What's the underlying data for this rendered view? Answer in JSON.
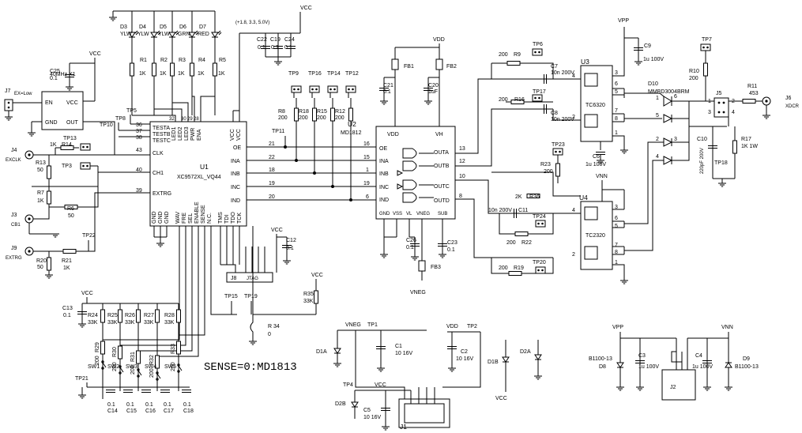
{
  "ics": {
    "u1": {
      "ref": "U1",
      "part": "XC9572XL_VQ44",
      "left_pins": [
        "TESTA",
        "TESTB",
        "TESTC",
        "CLK",
        "CH1",
        "EXTRG"
      ],
      "left_nums": [
        "36",
        "37",
        "38",
        "43",
        "40",
        "39"
      ],
      "right_pins": [
        "OE",
        "INA",
        "INB",
        "INC",
        "IND"
      ],
      "right_nums": [
        "21",
        "22",
        "18",
        "19",
        "20"
      ],
      "top_pins": [
        "LED1",
        "LED2",
        "LED3",
        "PWR",
        "ENA",
        "VCC",
        "VCC"
      ],
      "bottom_pins": [
        "GND",
        "GND",
        "GND",
        "WAV",
        "FRE",
        "SEL",
        "ENABLE",
        "SENSE",
        "N.C.",
        "TMS",
        "TDI",
        "TDO",
        "TCK"
      ]
    },
    "u2": {
      "ref": "U2",
      "part": "MD1812",
      "top_pins": [
        "VDD",
        "VH"
      ],
      "left_pins": [
        "OE",
        "INA",
        "INB",
        "INC",
        "IND"
      ],
      "left_nums": [
        "16",
        "15",
        "1",
        "19",
        "6"
      ],
      "right_pins": [
        "OUTA",
        "OUTB",
        "OUTC",
        "OUTD"
      ],
      "right_nums": [
        "13",
        "12",
        "10",
        "8"
      ],
      "bottom_pins": [
        "GND",
        "VSS",
        "VL",
        "VNEG",
        "SUB"
      ]
    },
    "u3": {
      "ref": "U3",
      "part": "TC6320"
    },
    "u4": {
      "ref": "U4",
      "part": "TC2320"
    }
  },
  "connectors": {
    "j1": "J1",
    "j2": "J2",
    "j3": "J3",
    "j4": "J4",
    "j5": "J5",
    "j6": "J6",
    "j7": "J7",
    "j8": "J8",
    "j9": "J9",
    "j3_label": "CB1",
    "j4_label": "EXCLK",
    "j6_label": "XDCR",
    "j7_label": "EX=Low",
    "j8_label": "JTAG",
    "j9_label": "EXTRG",
    "x1": "40MHz X1",
    "x1_pins": [
      "EN",
      "VCC",
      "GND",
      "OUT"
    ]
  },
  "leds": [
    {
      "ref": "D3",
      "color": "YLW"
    },
    {
      "ref": "D4",
      "color": "YLW"
    },
    {
      "ref": "D5",
      "color": "YLW"
    },
    {
      "ref": "D6",
      "color": "GRN"
    },
    {
      "ref": "D7",
      "color": "RED"
    }
  ],
  "resistors": {
    "led": [
      "R1",
      "R2",
      "R3",
      "R4",
      "R5"
    ],
    "led_value": "1K",
    "r6": "R6",
    "r6_value": "50",
    "r7": "R7",
    "r7_value": "1K",
    "r13": "R13",
    "r13_value": "50",
    "r14": "R14",
    "r14_value": "1K",
    "r20": "R20",
    "r20_value": "50",
    "r21": "R21",
    "r21_value": "1K",
    "r8": "R8",
    "r18": "R18",
    "r15": "R15",
    "r12": "R12",
    "r200": "200",
    "r9": "R9",
    "r16": "R16",
    "r22": "R22",
    "r19": "R19",
    "r36": "R36",
    "r36_value": "2K",
    "r23": "R23",
    "r10": "R10",
    "r11": "R11",
    "r11_value": "453",
    "r17": "R17",
    "r17_value": "1K 1W",
    "r35": "R35",
    "r34": "R 34",
    "r34_value": "0",
    "r33k": "33K",
    "pull": [
      "R24",
      "R25",
      "R26",
      "R27",
      "R28"
    ],
    "series": [
      "R29",
      "R30",
      "R31",
      "R32",
      "R33"
    ]
  },
  "caps": {
    "c25": "C25",
    "c25_value": "0.1",
    "c22": "C22",
    "c19": "C19",
    "c24": "C24",
    "c01": "0.1",
    "c21": "C21",
    "c20": "C20",
    "c20_value": "1uF",
    "c12": "C12",
    "c13": "C13",
    "c26": "C26",
    "c23": "C23",
    "c9": "C9",
    "c9_value": "1u 100V",
    "c7": "C7",
    "c8": "C8",
    "c10n": "10n 200V",
    "c11": "C11",
    "c6": "C6",
    "c6_value": "1u 100V",
    "c10": "C10",
    "c10_value": "220pF 200V",
    "c1": "C1",
    "c2": "C2",
    "c5": "C5",
    "c10u": "10 16V",
    "c3": "C3",
    "c4": "C4",
    "c1u": "1u 100V",
    "sw_caps": [
      "C14",
      "C15",
      "C16",
      "C17",
      "C18"
    ]
  },
  "misc": {
    "vcc": "VCC",
    "vdd": "VDD",
    "vpp": "VPP",
    "vnn": "VNN",
    "vneg": "VNEG",
    "vcc_note": "(+1.8, 3.3, 5.0V)",
    "sense_note": "SENSE=0:MD1813",
    "fb1": "FB1",
    "fb2": "FB2",
    "fb3": "FB3",
    "d10": "D10",
    "d10_part": "MMBD3004BRM",
    "d8": "D8",
    "d9": "D9",
    "schottky": "B1100-13",
    "d1a": "D1A",
    "d1b": "D1B",
    "d2a": "D2A",
    "d2b": "D2B",
    "switches": [
      "SW1",
      "SW2",
      "SW3",
      "SW4",
      "SW5"
    ],
    "tps": [
      "TP1",
      "TP2",
      "TP3",
      "TP4",
      "TP5",
      "TP6",
      "TP7",
      "TP8",
      "TP9",
      "TP10",
      "TP11",
      "TP12",
      "TP13",
      "TP14",
      "TP15",
      "TP16",
      "TP17",
      "TP18",
      "TP19",
      "TP20",
      "TP21",
      "TP22",
      "TP23",
      "TP24"
    ]
  }
}
